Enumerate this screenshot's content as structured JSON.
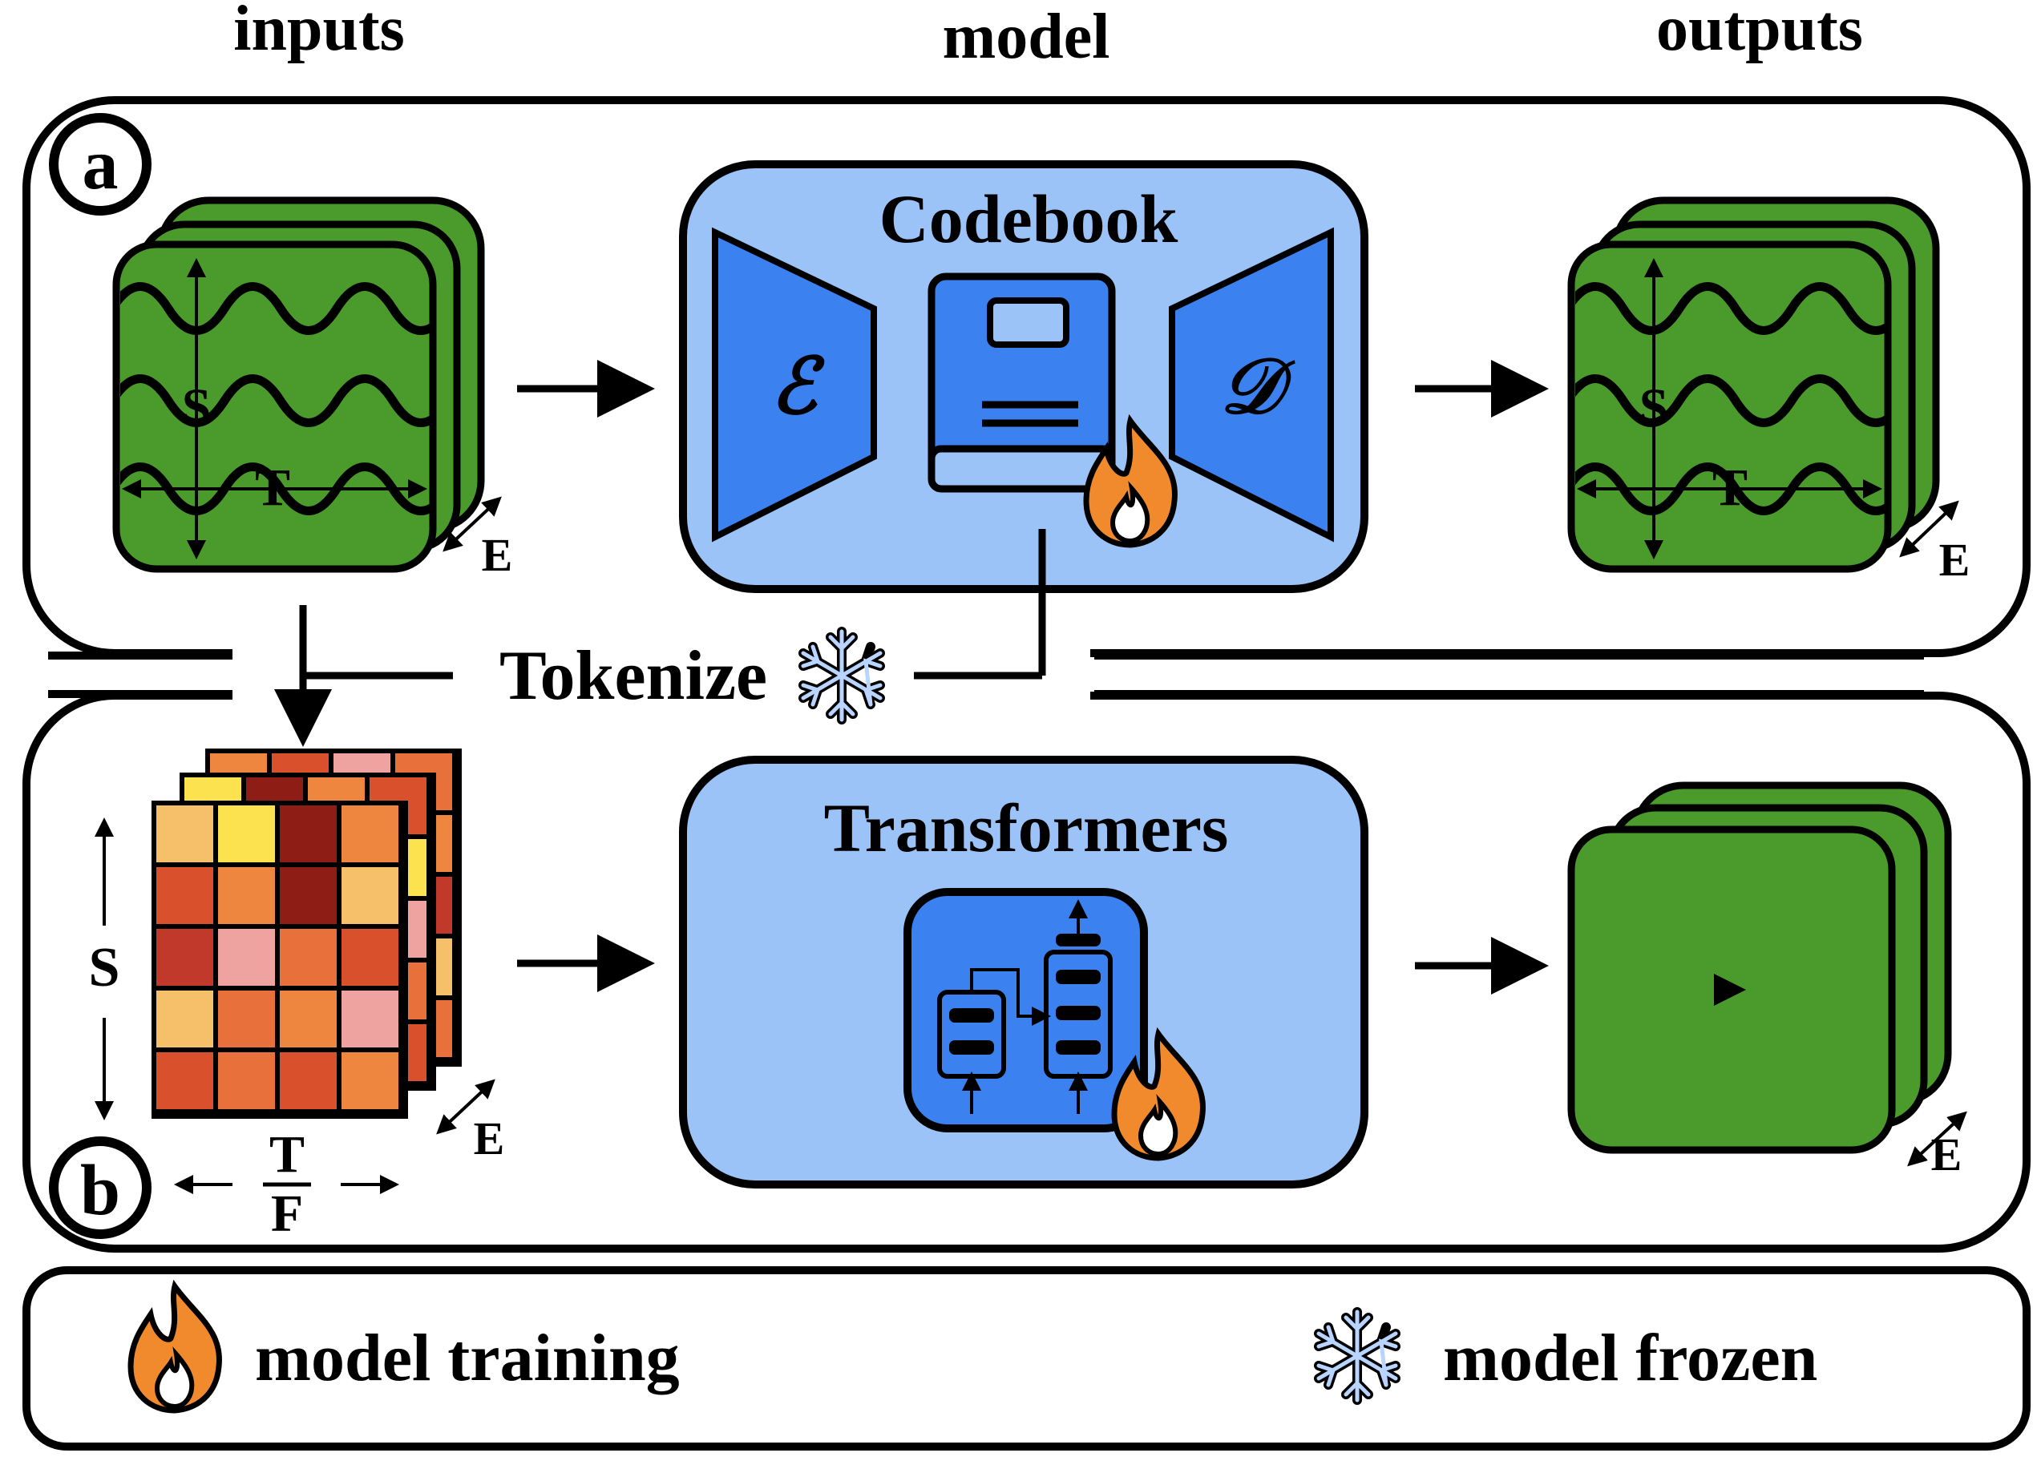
{
  "columns": {
    "inputs": "inputs",
    "model": "model",
    "outputs": "outputs"
  },
  "panel_a": {
    "badge": "a",
    "model_title": "Codebook",
    "encoder_symbol": "ℰ",
    "decoder_symbol": "𝒟",
    "input_axes": {
      "s": "S",
      "t": "T",
      "e": "E"
    },
    "output_axes": {
      "s": "S",
      "t": "T",
      "e": "E"
    }
  },
  "tokenize": {
    "label": "Tokenize"
  },
  "panel_b": {
    "badge": "b",
    "model_title": "Transformers",
    "input_axes": {
      "s": "S",
      "t": "T",
      "f": "F",
      "e": "E"
    },
    "output_axes": {
      "e": "E"
    }
  },
  "legend": {
    "training": "model training",
    "frozen": "model frozen"
  },
  "icons": {
    "flame": "flame-icon",
    "snowflake": "snowflake-icon",
    "book": "book-icon",
    "play": "play-icon",
    "transformer": "transformer-block-icon"
  },
  "colors": {
    "green": "#4a9a2c",
    "model_bg": "#9cc3f7",
    "blue": "#3b82f0",
    "flame": "#f08a2c",
    "heatmap": [
      "#f6bf6a",
      "#fde24f",
      "#8e1d16",
      "#ee8640",
      "#d9502c",
      "#efa3a0",
      "#e8703a",
      "#c0392b"
    ]
  }
}
